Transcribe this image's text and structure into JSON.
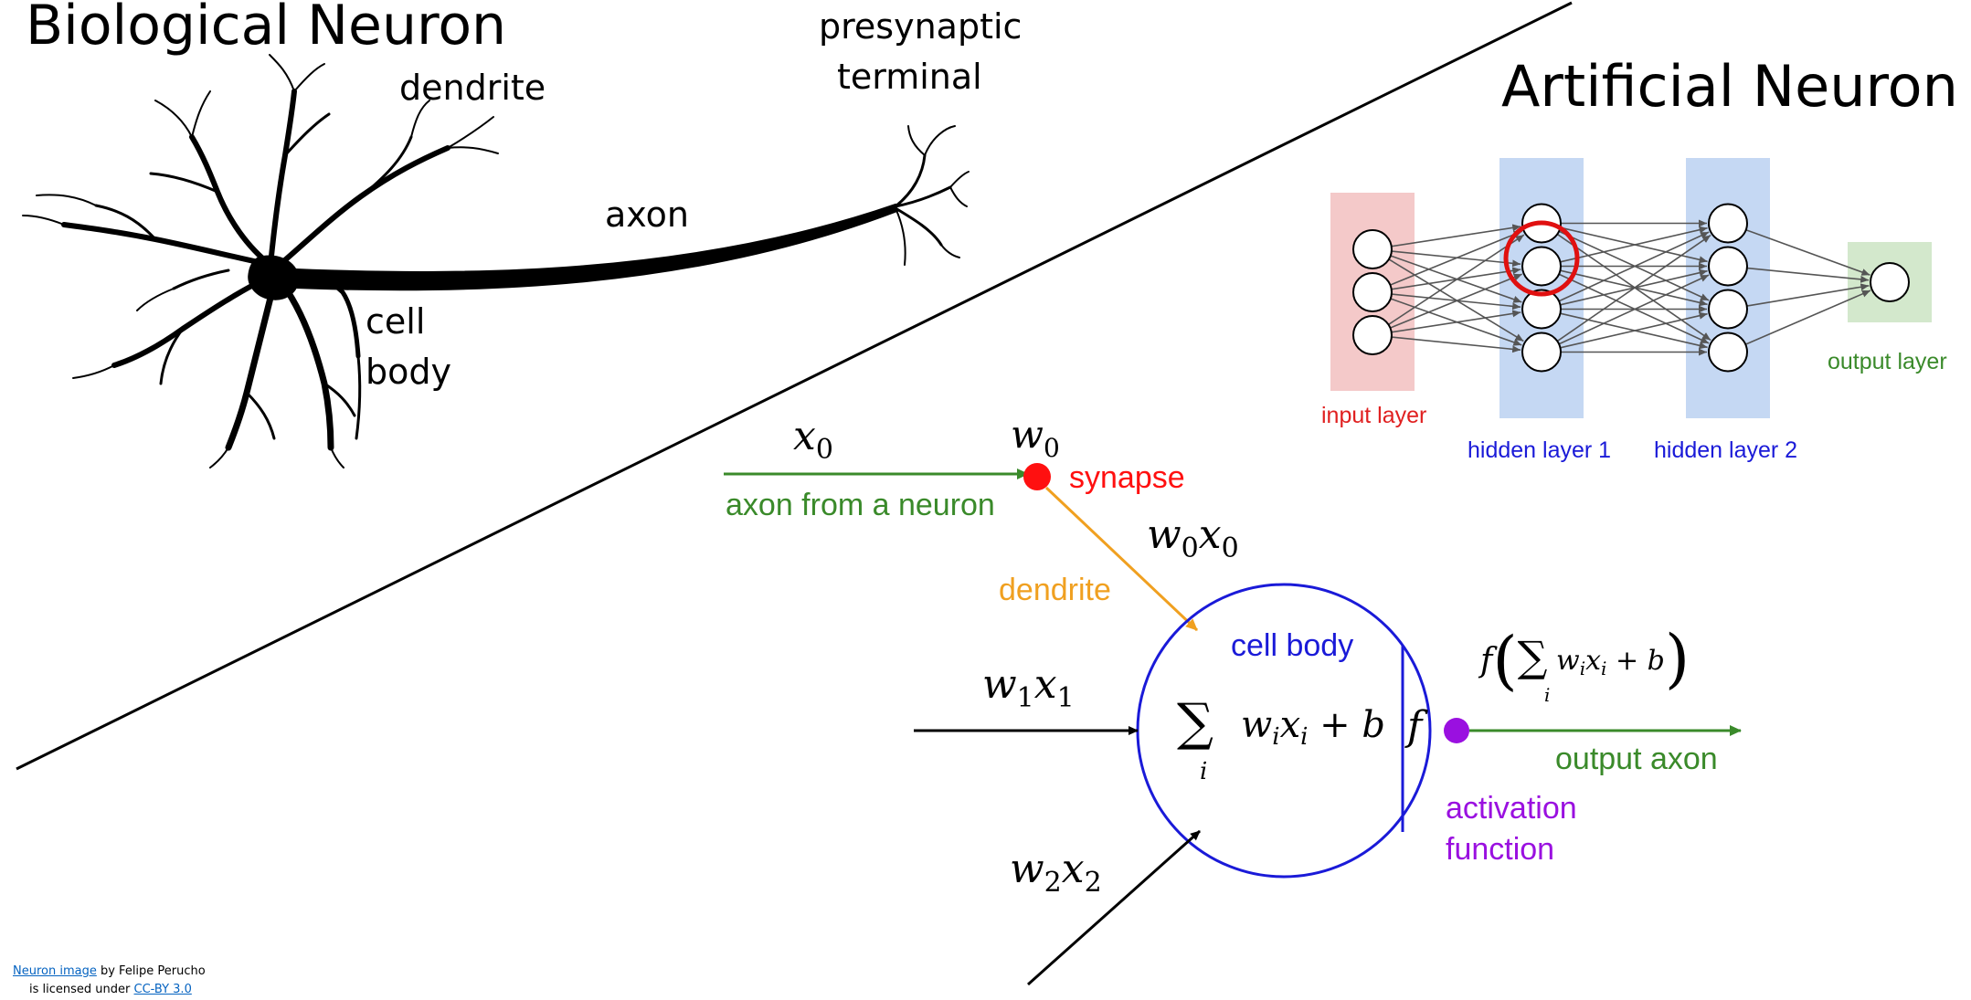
{
  "biological": {
    "title": "Biological Neuron",
    "labels": {
      "dendrite": "dendrite",
      "presynaptic_1": "presynaptic",
      "presynaptic_2": "terminal",
      "axon": "axon",
      "cell_1": "cell",
      "cell_2": "body"
    }
  },
  "artificial": {
    "title": "Artificial Neuron",
    "network": {
      "input_label": "input layer",
      "hidden1_label": "hidden layer 1",
      "hidden2_label": "hidden layer 2",
      "output_label": "output layer",
      "layers": [
        3,
        4,
        4,
        1
      ],
      "highlighted": {
        "layer": 1,
        "node": 1
      },
      "colors": {
        "input_bg": "#f4c9c9",
        "hidden_bg": "#c5d8f3",
        "output_bg": "#d3e8cc",
        "input_text": "#e02020",
        "hidden_text": "#1a1ad8",
        "output_text": "#3a8a2a",
        "highlight": "#e01010"
      }
    }
  },
  "model": {
    "x0": "x0",
    "w0": "w0",
    "synapse": "synapse",
    "axon_from_neuron": "axon from a neuron",
    "w0x0": "w0x0",
    "dendrite": "dendrite",
    "cell_body": "cell body",
    "w1x1": "w1x1",
    "sum_expr": "∑ wᵢxᵢ + b",
    "sum_index": "i",
    "f": "f",
    "output_expr": "f( ∑ wᵢxᵢ + b )",
    "output_axon": "output axon",
    "activation_1": "activation",
    "activation_2": "function",
    "w2x2": "w2x2",
    "colors": {
      "green": "#3a8a2a",
      "orange": "#f0a020",
      "red": "#ff1010",
      "blue": "#1a1ad8",
      "purple": "#9a10e0"
    }
  },
  "credit": {
    "link1": "Neuron image",
    "text1": " by Felipe Perucho",
    "text2": "is licensed under ",
    "link2": "CC-BY 3.0"
  }
}
